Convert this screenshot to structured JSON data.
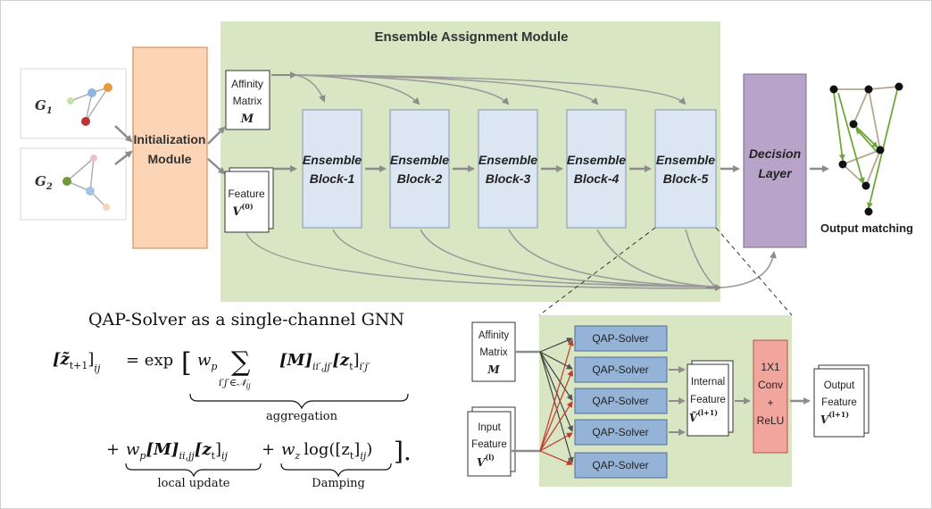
{
  "top": {
    "module_title": "Ensemble Assignment Module",
    "init_module": [
      "Initialization",
      "Module"
    ],
    "graph1": "G",
    "graph1_sub": "1",
    "graph2": "G",
    "graph2_sub": "2",
    "affinity": [
      "Affinity",
      "Matrix",
      "M"
    ],
    "feature": [
      "Feature",
      "V",
      "(0)"
    ],
    "blocks": [
      [
        "Ensemble",
        "Block-1"
      ],
      [
        "Ensemble",
        "Block-2"
      ],
      [
        "Ensemble",
        "Block-3"
      ],
      [
        "Ensemble",
        "Block-4"
      ],
      [
        "Ensemble",
        "Block-5"
      ]
    ],
    "decision": [
      "Decision",
      "Layer"
    ],
    "output_matching": "Output matching"
  },
  "detail": {
    "affinity": [
      "Affinity",
      "Matrix",
      "M"
    ],
    "input": [
      "Input",
      "Feature",
      "V",
      "(l)"
    ],
    "solvers": [
      "QAP-Solver",
      "QAP-Solver",
      "QAP-Solver",
      "QAP-Solver",
      "QAP-Solver"
    ],
    "internal": [
      "Internal",
      "Feature",
      "Ṽ",
      "(l+1)"
    ],
    "conv": [
      "1X1",
      "Conv",
      "+",
      "ReLU"
    ],
    "output": [
      "Output",
      "Feature",
      "V",
      "(l+1)"
    ]
  },
  "formula": {
    "title": "QAP-Solver as a single-channel GNN",
    "lhs": "[z̃",
    "lhs_sub": "t+1",
    "lhs_close": "]",
    "lhs_idx": "ij",
    "eq": "= exp",
    "open_bracket": "[",
    "wp": "w",
    "wp_sub": "p",
    "sum": "∑",
    "sum_idx": "i′j′∈𝒩",
    "sum_idx2": "ij",
    "agg_term": "[M]",
    "agg_idx": "ii′,jj′",
    "agg_z": "[z",
    "agg_z_sub": "t",
    "agg_z_close": "]",
    "agg_z_idx": "i′j′",
    "aggregation": "aggregation",
    "plus1": "+",
    "local_term": "w",
    "local_sub": "p",
    "local_m": "[M]",
    "local_m_idx": "ii,jj",
    "local_z": "[z",
    "local_z_sub": "t",
    "local_z_close": "]",
    "local_z_idx": "ij",
    "plus2": "+",
    "damp_w": "w",
    "damp_sub": "z",
    "damp_log": "log([z",
    "damp_log_sub": "t",
    "damp_log_close": "]",
    "damp_log_idx": "ij",
    "damp_end": ")",
    "close_bracket": "].",
    "local_update": "local update",
    "damping": "Damping"
  },
  "colors": {
    "green_panel": "#d9e6c4",
    "init_fill": "#fbd5b5",
    "block_fill": "#dce6f2",
    "decision_fill": "#b8a4c9",
    "solver_fill": "#95b3d7",
    "relu_fill": "#f2a59c",
    "arrow": "#8c8c8c"
  }
}
